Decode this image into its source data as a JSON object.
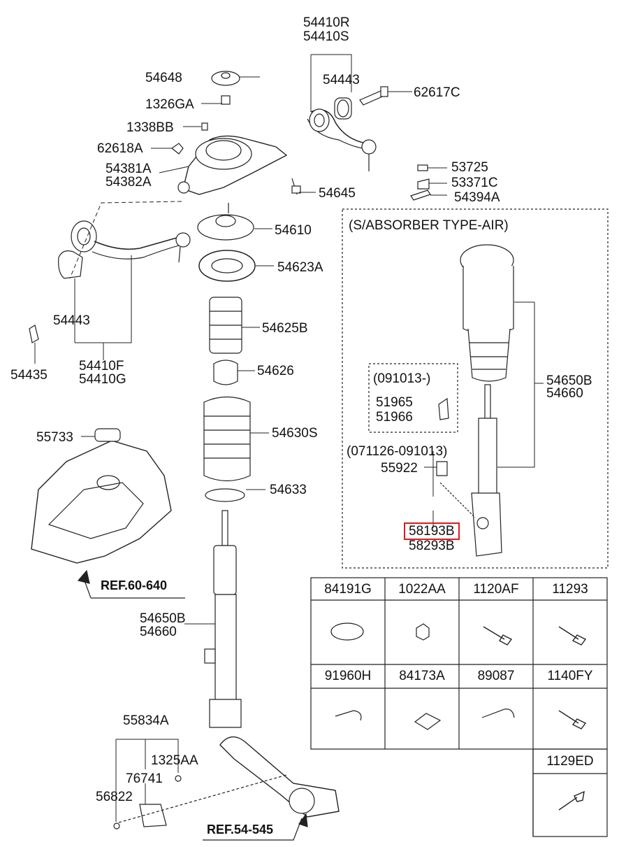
{
  "labels": {
    "p54410R": "54410R",
    "p54410S": "54410S",
    "p54443a": "54443",
    "p62617C": "62617C",
    "p54648": "54648",
    "p1326GA": "1326GA",
    "p1338BB": "1338BB",
    "p62618A": "62618A",
    "p54381A": "54381A",
    "p54382A": "54382A",
    "p54645": "54645",
    "p53725": "53725",
    "p53371C": "53371C",
    "p54394A": "54394A",
    "p54610": "54610",
    "p54623A": "54623A",
    "p54625B": "54625B",
    "p54626": "54626",
    "p54630S": "54630S",
    "p54633": "54633",
    "p54443b": "54443",
    "p54435": "54435",
    "p54410F": "54410F",
    "p54410G": "54410G",
    "p55733": "55733",
    "ref60": "REF.60-640",
    "p54650B": "54650B",
    "p54660": "54660",
    "p55834A": "55834A",
    "p1325AA": "1325AA",
    "p76741": "76741",
    "p56822": "56822",
    "ref54": "REF.54-545"
  },
  "air_box": {
    "title": "(S/ABSORBER TYPE-AIR)",
    "range1": "(091013-)",
    "p51965": "51965",
    "p51966": "51966",
    "range2": "(071126-091013)",
    "p55922": "55922",
    "p58193B": "58193B",
    "p58293B": "58293B",
    "p54650B": "54650B",
    "p54660": "54660"
  },
  "parts_grid": {
    "row1": [
      "84191G",
      "1022AA",
      "1120AF",
      "11293"
    ],
    "row2": [
      "91960H",
      "84173A",
      "89087",
      "1140FY"
    ],
    "row3": [
      "1129ED"
    ]
  },
  "highlight_color": "#e0191b"
}
